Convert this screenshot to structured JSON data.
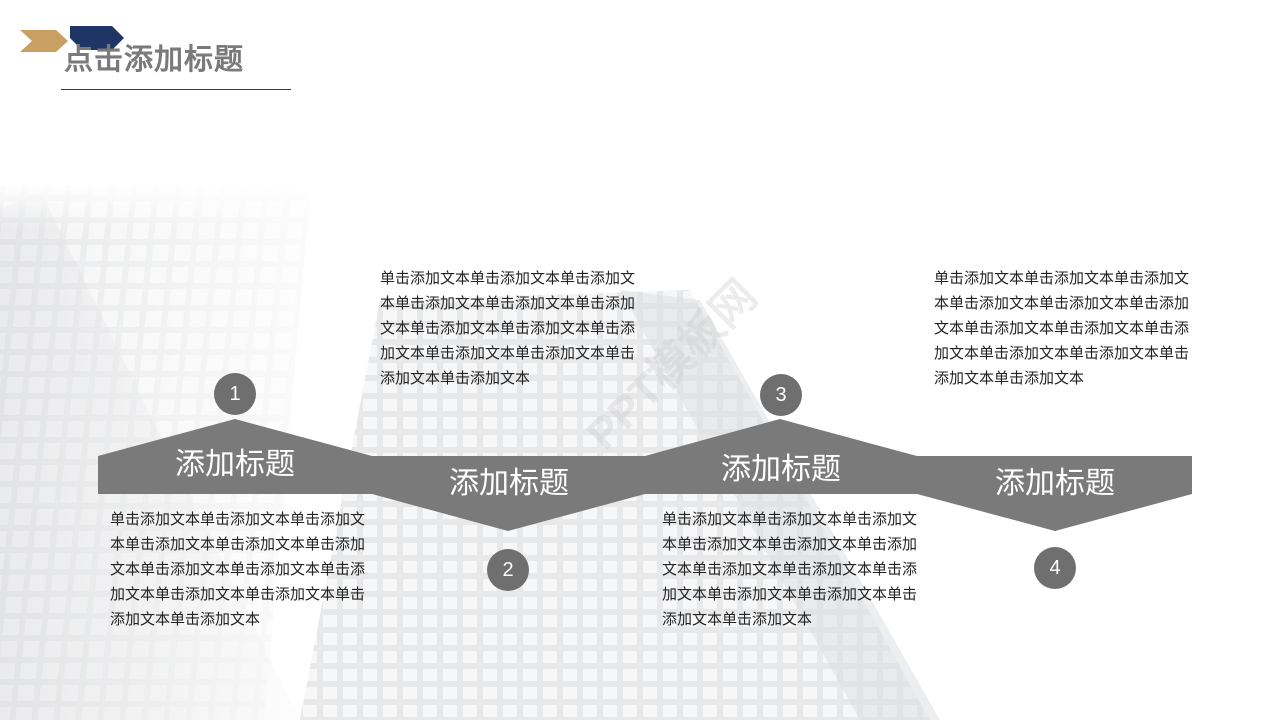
{
  "header": {
    "title": "点击添加标题"
  },
  "steps": [
    {
      "number": "1",
      "title": "添加标题",
      "text": "单击添加文本单击添加文本单击添加文本单击添加文本单击添加文本单击添加文本单击添加文本单击添加文本单击添加文本单击添加文本单击添加文本单击添加文本单击添加文本"
    },
    {
      "number": "2",
      "title": "添加标题",
      "text": "单击添加文本单击添加文本单击添加文本单击添加文本单击添加文本单击添加文本单击添加文本单击添加文本单击添加文本单击添加文本单击添加文本单击添加文本单击添加文本"
    },
    {
      "number": "3",
      "title": "添加标题",
      "text": "单击添加文本单击添加文本单击添加文本单击添加文本单击添加文本单击添加文本单击添加文本单击添加文本单击添加文本单击添加文本单击添加文本单击添加文本单击添加文本"
    },
    {
      "number": "4",
      "title": "添加标题",
      "text": "单击添加文本单击添加文本单击添加文本单击添加文本单击添加文本单击添加文本单击添加文本单击添加文本单击添加文本单击添加文本单击添加文本单击添加文本单击添加文本"
    }
  ],
  "watermark": "PPT模板网",
  "colors": {
    "band": "#7a7a7a",
    "circle": "#6f6f6f",
    "logo_gold": "#c9a061",
    "logo_navy": "#1f3566"
  }
}
